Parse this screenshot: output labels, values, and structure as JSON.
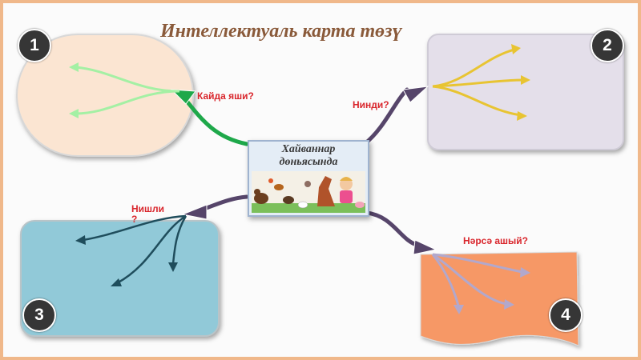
{
  "title": "Интеллектуаль карта төзү",
  "center": {
    "title": "Хайваннар\nдөньясында"
  },
  "branches": [
    {
      "number": "1",
      "question": "Кайда яши?"
    },
    {
      "number": "2",
      "question": "Нинди?"
    },
    {
      "number": "3",
      "question": "Нишли\n?"
    },
    {
      "number": "4",
      "question": "Нәрсә ашый?"
    }
  ],
  "colors": {
    "frame": "#f0b88a",
    "title": "#8a5a3a",
    "question": "#d9262c",
    "branch1_box": "#fbe5d2",
    "branch1_arrows": "#a4f0a4",
    "branch1_connector": "#1ea84a",
    "branch2_box": "#e4dfea",
    "branch2_arrows": "#e8c432",
    "branch3_box": "#91c9d8",
    "branch3_arrows": "#1f4d5c",
    "branch4_box": "#f69866",
    "branch4_arrows": "#b2a8cc",
    "connector": "#56456a",
    "badge": "#363636"
  }
}
